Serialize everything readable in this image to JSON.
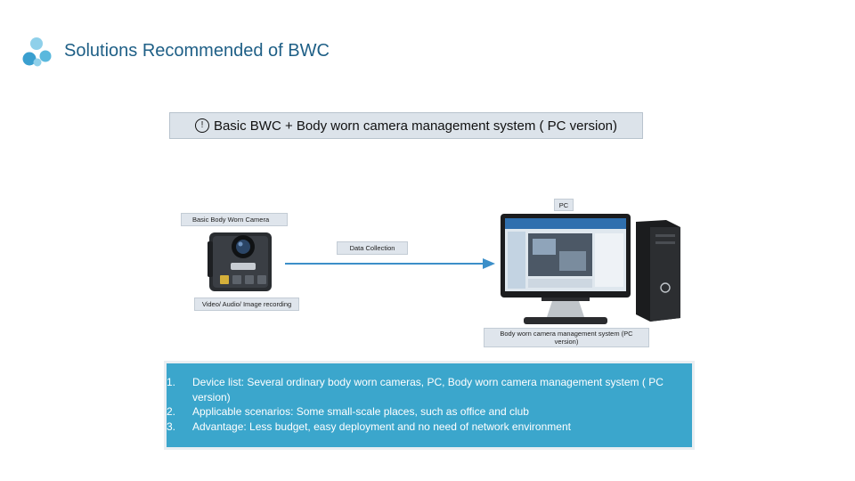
{
  "header": {
    "title": "Solutions Recommended of BWC",
    "logo_icon": "molecule-logo-icon",
    "logo_colors": [
      "#5ab8dd",
      "#8fd0ea",
      "#3a9fcf"
    ]
  },
  "main": {
    "box_symbol": "!",
    "box_title": "Basic BWC + Body worn camera management system ( PC version)"
  },
  "diagram": {
    "pc_label": "PC",
    "camera_label": "Basic Body Worn Camera",
    "data_label": "Data Collection",
    "video_label": "Video/ Audio/ Image recording",
    "system_label": "Body worn camera management system (PC version)",
    "arrow_color": "#3c8fc9",
    "camera_icon": "body-camera-image",
    "monitor_icon": "monitor-image",
    "tower_icon": "pc-tower-image"
  },
  "info": {
    "bg_color": "#3ba6cc",
    "items": [
      {
        "num": "1.",
        "text": "Device list:  Several ordinary body worn cameras, PC, Body worn camera management system ( PC version)"
      },
      {
        "num": "2.",
        "text": "Applicable scenarios:  Some small-scale places, such as office and club"
      },
      {
        "num": "3.",
        "text": "Advantage: Less budget, easy deployment and no need of network environment"
      }
    ]
  }
}
